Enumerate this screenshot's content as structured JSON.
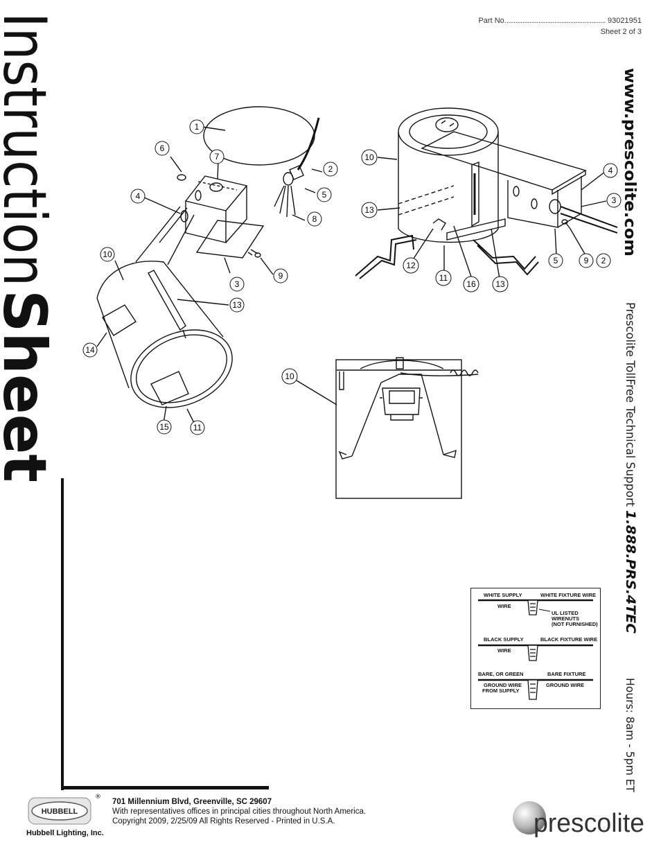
{
  "header": {
    "part_label": "Part No.",
    "part_dots": "........................................................",
    "part_number": "93021951",
    "sheet": "Sheet 2 of 3"
  },
  "title": {
    "light": "Instruction",
    "bold": "Sheet"
  },
  "sidebar": {
    "website": "www.prescolite.com",
    "support_label": "Prescolite TollFree Technical Support",
    "support_phone": "1.888.PRS.4TEC",
    "hours": "Hours: 8am - 5pm ET"
  },
  "diagram_left": {
    "callouts": [
      "1",
      "2",
      "5",
      "8",
      "6",
      "7",
      "4",
      "10",
      "3",
      "9",
      "13",
      "14",
      "15",
      "11"
    ]
  },
  "diagram_right": {
    "callouts": [
      "10",
      "4",
      "3",
      "13",
      "5",
      "9",
      "2",
      "12",
      "11",
      "16",
      "13"
    ]
  },
  "diagram_center": {
    "callouts": [
      "10"
    ]
  },
  "wiring": {
    "white_supply": "WHITE SUPPLY",
    "white_fixture": "WHITE FIXTURE WIRE",
    "wire1": "WIRE",
    "wirenut1": "UL LISTED",
    "wirenut2": "WIRENUTS",
    "wirenut3": "(NOT FURNISHED)",
    "black_supply": "BLACK SUPPLY",
    "black_fixture": "BLACK FIXTURE WIRE",
    "wire2": "WIRE",
    "bare_green": "BARE, OR GREEN",
    "bare_fixture": "BARE FIXTURE",
    "ground_supply1": "GROUND WIRE",
    "ground_supply2": "FROM SUPPLY",
    "ground_fixture": "GROUND WIRE"
  },
  "footer": {
    "address": "701 Millennium Blvd, Greenville, SC 29607",
    "reps": "With representatives offices in principal cities throughout North America.",
    "copyright": "Copyright 2009, 2/25/09 All Rights Reserved - Printed in U.S.A.",
    "hubbell_logo": "HUBBELL",
    "hubbell_company": "Hubbell Lighting, Inc.",
    "registered": "®",
    "brand": "prescolite"
  }
}
